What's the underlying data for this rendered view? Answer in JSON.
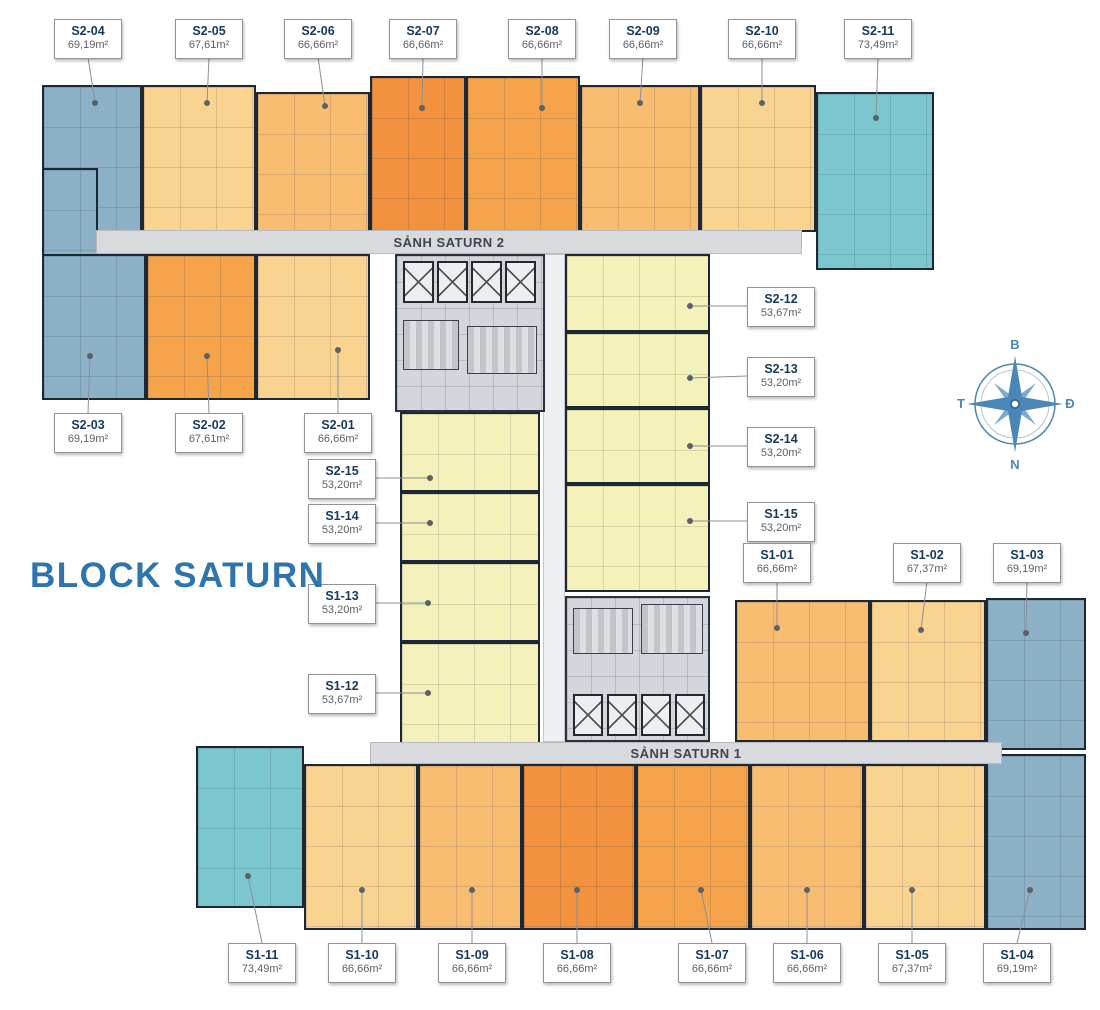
{
  "title": "BLOCK SATURN",
  "corridors": {
    "saturn2": "SẢNH SATURN 2",
    "saturn1": "SẢNH SATURN 1"
  },
  "compass": {
    "north": "B",
    "east": "Đ",
    "south": "N",
    "west": "T"
  },
  "units": {
    "top_row": [
      {
        "id": "S2-04",
        "area": "69,19m²"
      },
      {
        "id": "S2-05",
        "area": "67,61m²"
      },
      {
        "id": "S2-06",
        "area": "66,66m²"
      },
      {
        "id": "S2-07",
        "area": "66,66m²"
      },
      {
        "id": "S2-08",
        "area": "66,66m²"
      },
      {
        "id": "S2-09",
        "area": "66,66m²"
      },
      {
        "id": "S2-10",
        "area": "66,66m²"
      },
      {
        "id": "S2-11",
        "area": "73,49m²"
      }
    ],
    "left_col": [
      {
        "id": "S2-03",
        "area": "69,19m²"
      },
      {
        "id": "S2-02",
        "area": "67,61m²"
      },
      {
        "id": "S2-01",
        "area": "66,66m²"
      }
    ],
    "mid_left": [
      {
        "id": "S2-15",
        "area": "53,20m²"
      },
      {
        "id": "S1-14",
        "area": "53,20m²"
      },
      {
        "id": "S1-13",
        "area": "53,20m²"
      },
      {
        "id": "S1-12",
        "area": "53,67m²"
      }
    ],
    "mid_right": [
      {
        "id": "S2-12",
        "area": "53,67m²"
      },
      {
        "id": "S2-13",
        "area": "53,20m²"
      },
      {
        "id": "S2-14",
        "area": "53,20m²"
      },
      {
        "id": "S1-15",
        "area": "53,20m²"
      }
    ],
    "right_row": [
      {
        "id": "S1-01",
        "area": "66,66m²"
      },
      {
        "id": "S1-02",
        "area": "67,37m²"
      },
      {
        "id": "S1-03",
        "area": "69,19m²"
      }
    ],
    "bottom_row": [
      {
        "id": "S1-11",
        "area": "73,49m²"
      },
      {
        "id": "S1-10",
        "area": "66,66m²"
      },
      {
        "id": "S1-09",
        "area": "66,66m²"
      },
      {
        "id": "S1-08",
        "area": "66,66m²"
      },
      {
        "id": "S1-07",
        "area": "66,66m²"
      },
      {
        "id": "S1-06",
        "area": "66,66m²"
      },
      {
        "id": "S1-05",
        "area": "67,37m²"
      },
      {
        "id": "S1-04",
        "area": "69,19m²"
      }
    ]
  },
  "colors": {
    "accent": "#2E74AE",
    "blue": "#8CB0C6",
    "teal": "#7CC6CF",
    "orange_deep": "#F2913E",
    "orange": "#F6A44C",
    "orange_light": "#F9BD72",
    "peach": "#FBD390",
    "yellow": "#F5F1BB",
    "corridor": "#D8DADD"
  }
}
